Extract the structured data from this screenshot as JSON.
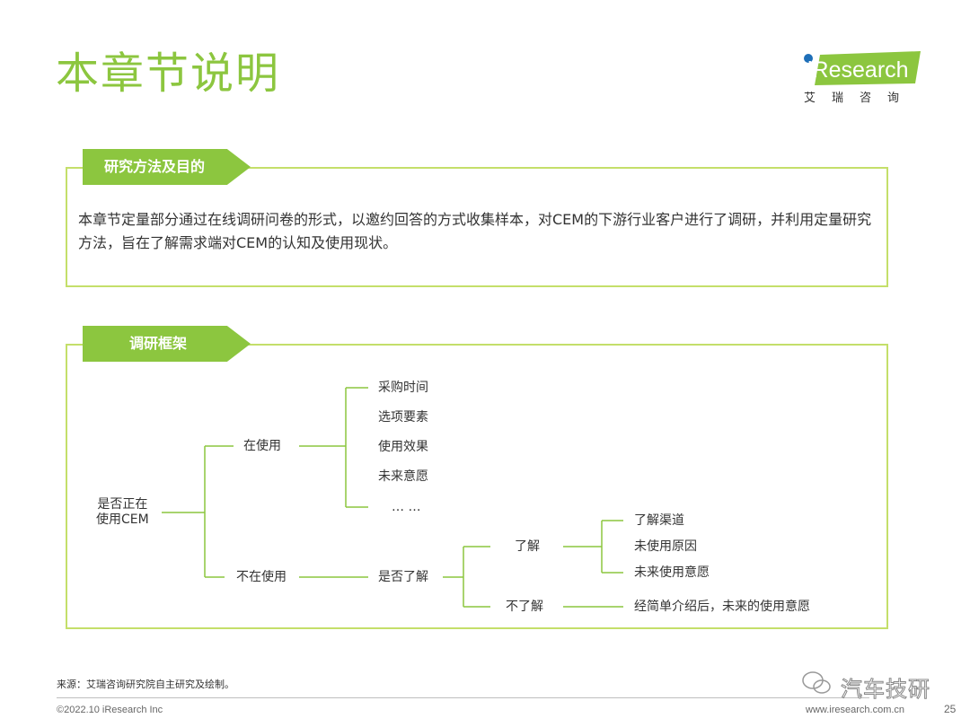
{
  "title": "本章节说明",
  "logo": {
    "word": "iResearch",
    "sub": "艾瑞咨询"
  },
  "section1": {
    "tab": "研究方法及目的",
    "text": "本章节定量部分通过在线调研问卷的形式，以邀约回答的方式收集样本，对CEM的下游行业客户进行了调研，并利用定量研究方法，旨在了解需求端对CEM的认知及使用现状。"
  },
  "section2": {
    "tab": "调研框架",
    "root": {
      "line1": "是否正在",
      "line2": "使用CEM"
    },
    "using": {
      "label": "在使用",
      "items": [
        "采购时间",
        "选项要素",
        "使用效果",
        "未来意愿",
        "… …"
      ]
    },
    "not_using": {
      "label": "不在使用",
      "question": "是否了解",
      "know": {
        "label": "了解",
        "items": [
          "了解渠道",
          "未使用原因",
          "未来使用意愿"
        ]
      },
      "dont_know": {
        "label": "不了解",
        "item": "经简单介绍后，未来的使用意愿"
      }
    }
  },
  "footer": {
    "source": "来源：艾瑞咨询研究院自主研究及绘制。",
    "copyright": "©2022.10 iResearch Inc",
    "url": "www.iresearch.com.cn",
    "page": "25",
    "watermark": "汽车技研"
  },
  "colors": {
    "accent": "#8cc63f",
    "border": "#c4df6a"
  }
}
